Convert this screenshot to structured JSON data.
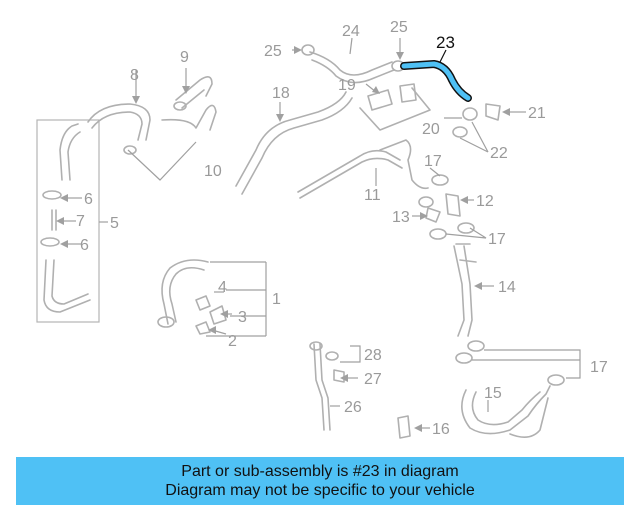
{
  "diagram": {
    "callouts": [
      "1",
      "2",
      "3",
      "4",
      "5",
      "6",
      "6",
      "7",
      "8",
      "9",
      "10",
      "11",
      "12",
      "13",
      "14",
      "15",
      "16",
      "17",
      "17",
      "17",
      "18",
      "19",
      "20",
      "21",
      "22",
      "23",
      "24",
      "25",
      "25",
      "26",
      "27",
      "28"
    ],
    "highlighted_part": "23",
    "highlight_color": "#4fc1f5",
    "part_line_color": "#b0b0b0"
  },
  "caption": {
    "line1": "Part or sub-assembly is #23 in diagram",
    "line2": "Diagram may not be specific to your vehicle",
    "background": "#4fc1f5"
  }
}
